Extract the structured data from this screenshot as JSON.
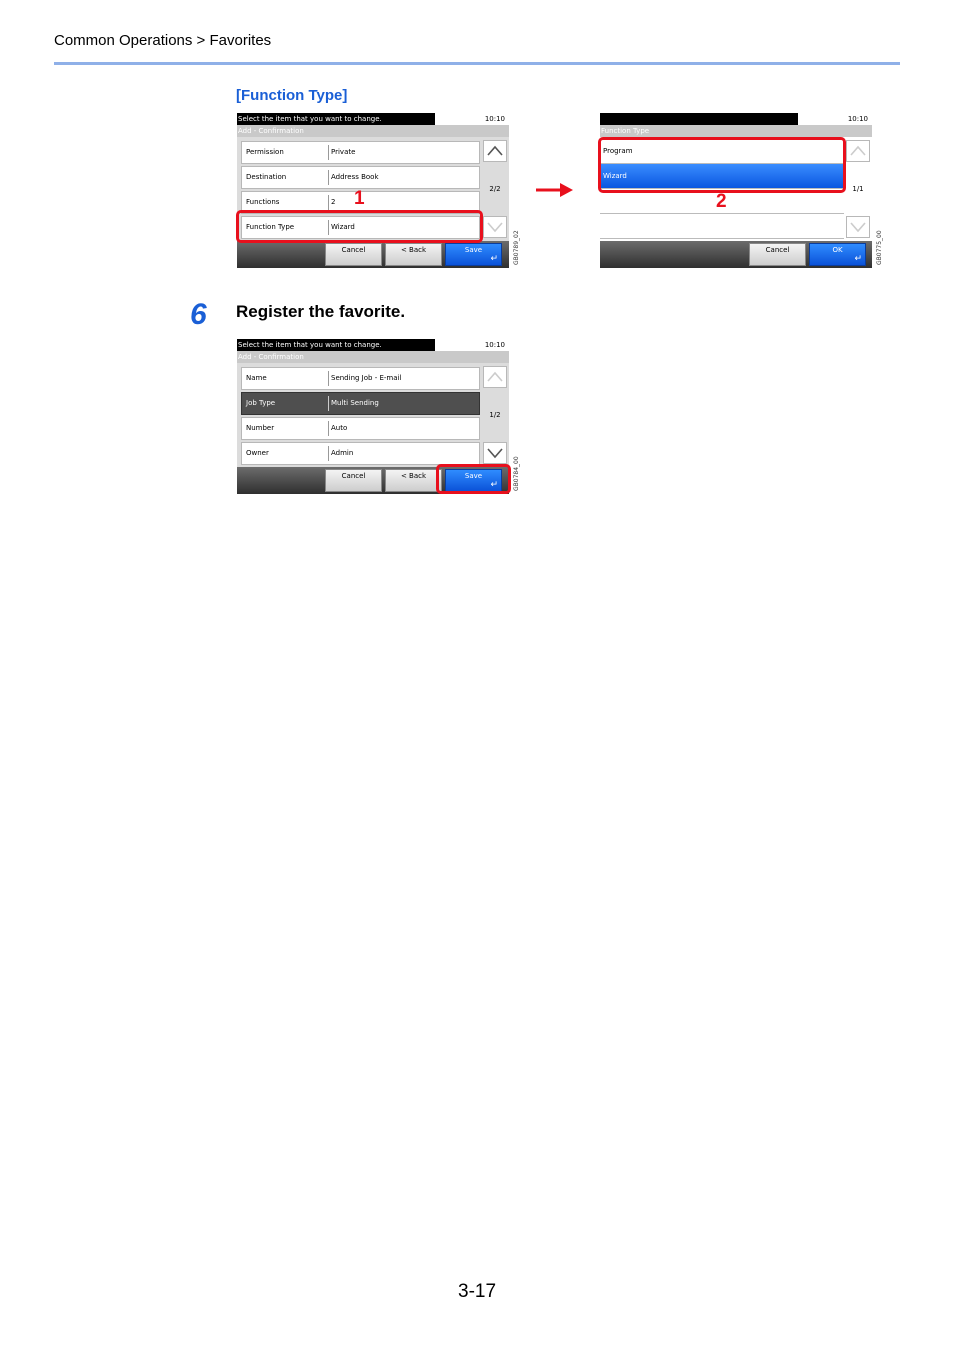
{
  "header": {
    "breadcrumb": "Common Operations > Favorites"
  },
  "section": {
    "title": "[Function Type]"
  },
  "step": {
    "number": "6",
    "text": "Register the favorite."
  },
  "page_number": "3-17",
  "screen1": {
    "message": "Select the item that you want to change.",
    "time": "10:10",
    "subtitle": "Add - Confirmation",
    "rows": [
      {
        "label": "Permission",
        "value": "Private"
      },
      {
        "label": "Destination",
        "value": "Address Book"
      },
      {
        "label": "Functions",
        "value": "2"
      },
      {
        "label": "Function Type",
        "value": "Wizard"
      }
    ],
    "pager": "2/2",
    "buttons": {
      "cancel": "Cancel",
      "back": "< Back",
      "save": "Save"
    },
    "code": "GB0789_02",
    "callout": "1"
  },
  "screen2": {
    "time": "10:10",
    "subtitle": "Function Type",
    "options": [
      {
        "label": "Program",
        "selected": false
      },
      {
        "label": "Wizard",
        "selected": true
      }
    ],
    "pager": "1/1",
    "buttons": {
      "cancel": "Cancel",
      "ok": "OK"
    },
    "code": "GB0775_00",
    "callout": "2"
  },
  "screen3": {
    "message": "Select the item that you want to change.",
    "time": "10:10",
    "subtitle": "Add - Confirmation",
    "rows": [
      {
        "label": "Name",
        "value": "Sending Job - E-mail"
      },
      {
        "label": "Job Type",
        "value": "Multi Sending"
      },
      {
        "label": "Number",
        "value": "Auto"
      },
      {
        "label": "Owner",
        "value": "Admin"
      }
    ],
    "pager": "1/2",
    "buttons": {
      "cancel": "Cancel",
      "back": "< Back",
      "save": "Save"
    },
    "code": "GB0784_00"
  },
  "colors": {
    "accent_blue": "#1a5fd6",
    "highlight_red": "#e8101d",
    "rule_blue": "#8fb0e8"
  },
  "icons": [
    "chevron-up-icon",
    "chevron-down-icon",
    "enter-icon",
    "right-arrow-icon"
  ]
}
